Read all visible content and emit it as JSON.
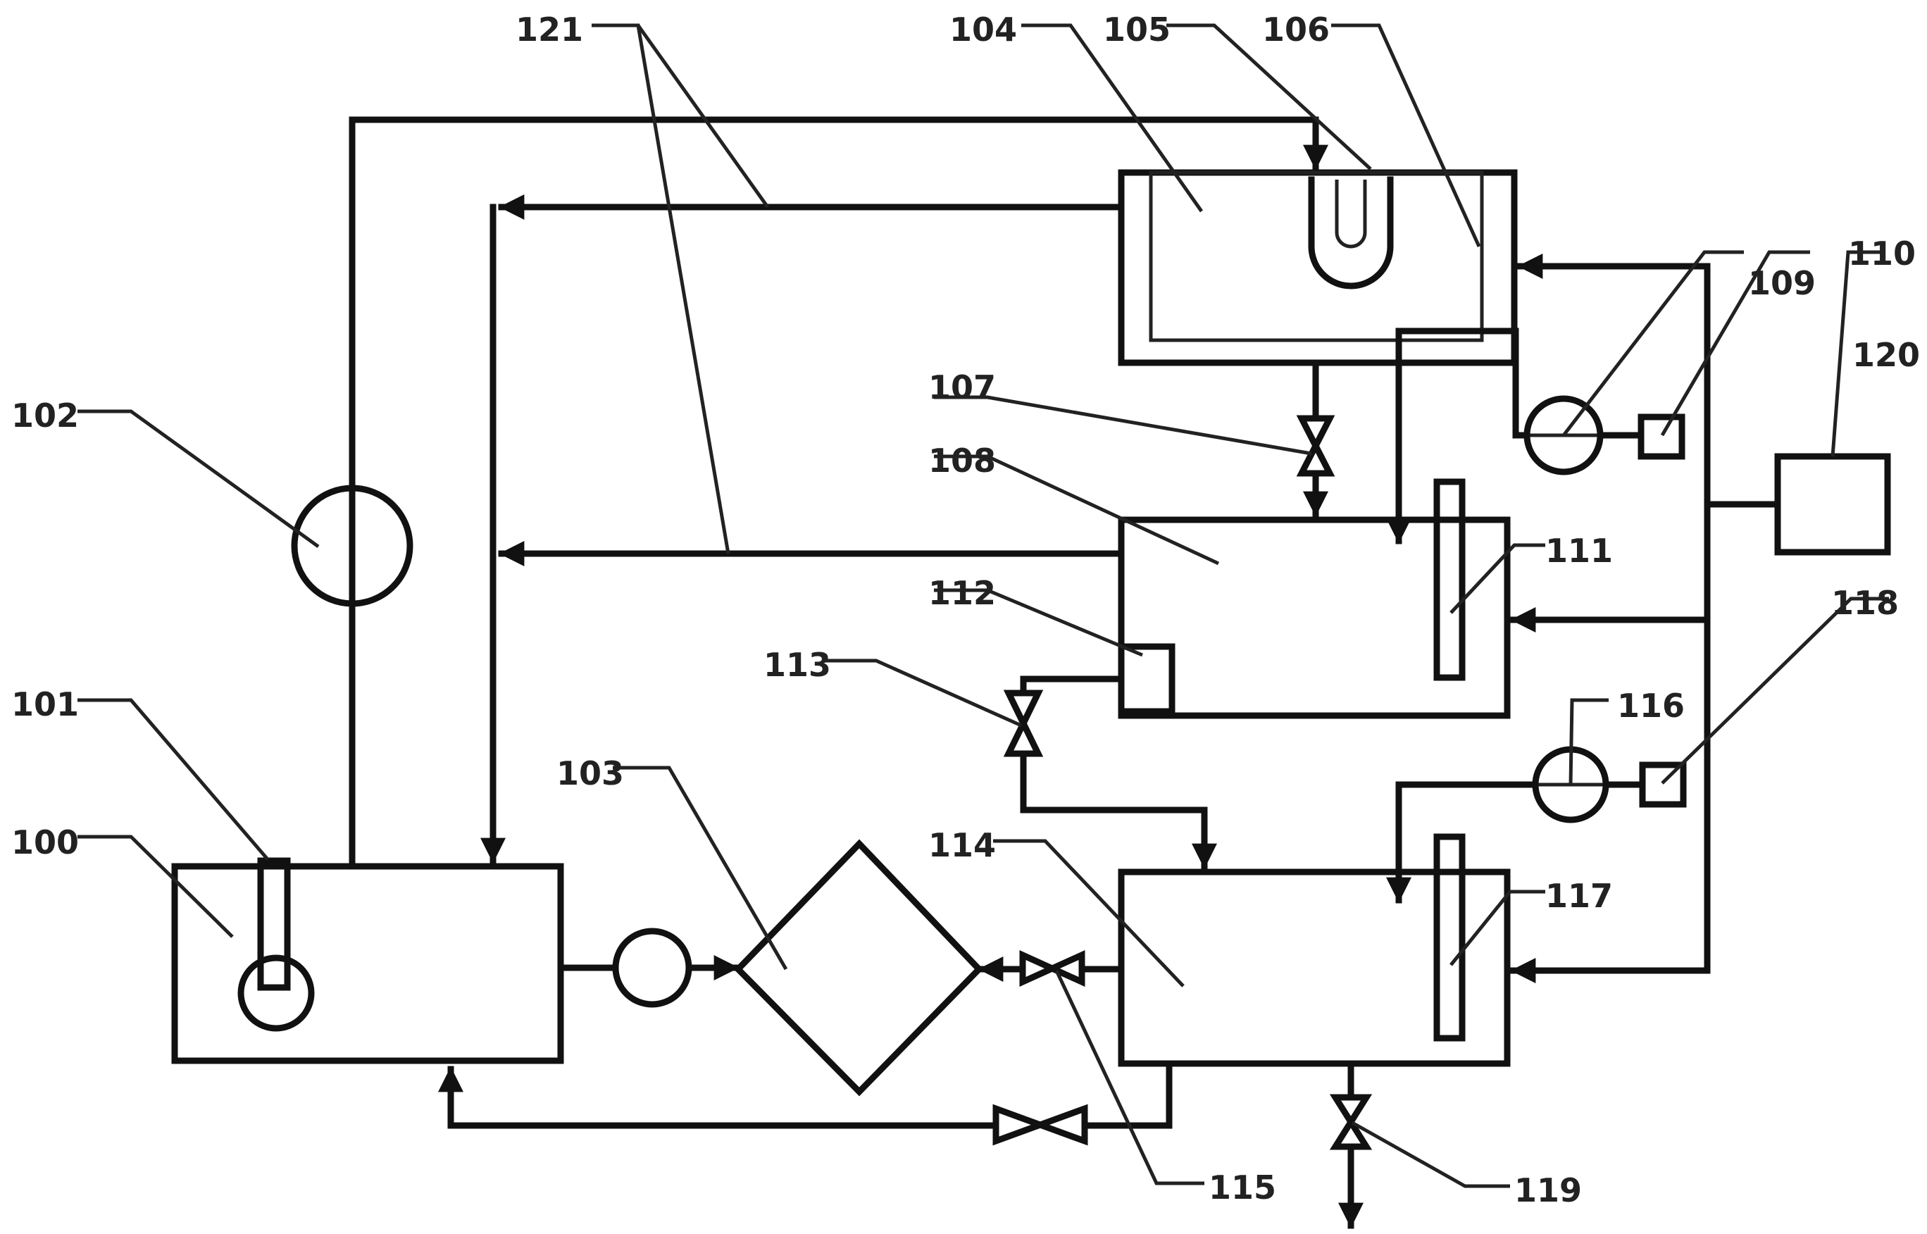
{
  "labels": {
    "l100": "100",
    "l101": "101",
    "l102": "102",
    "l103": "103",
    "l104": "104",
    "l105": "105",
    "l106": "106",
    "l107": "107",
    "l108": "108",
    "l109": "109",
    "l110": "110",
    "l111": "111",
    "l112": "112",
    "l113": "113",
    "l114": "114",
    "l115": "115",
    "l116": "116",
    "l117": "117",
    "l118": "118",
    "l119": "119",
    "l120": "120",
    "l121": "121"
  }
}
